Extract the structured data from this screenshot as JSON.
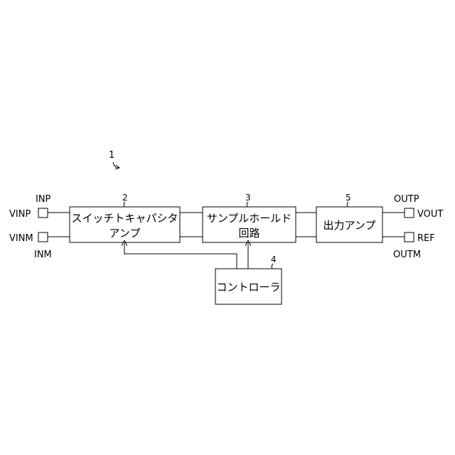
{
  "figure_ref": "1",
  "blocks": {
    "switched_cap_amp": {
      "ref": "2",
      "line1": "スイッチトキャパシタ",
      "line2": "アンプ"
    },
    "sample_hold": {
      "ref": "3",
      "line1": "サンプルホールド",
      "line2": "回路"
    },
    "output_amp": {
      "ref": "5",
      "label": "出力アンプ"
    },
    "controller": {
      "ref": "4",
      "label": "コントローラ"
    }
  },
  "terminals": {
    "inp": {
      "name": "INP",
      "signal": "VINP"
    },
    "inm": {
      "name": "INM",
      "signal": "VINM"
    },
    "outp": {
      "name": "OUTP",
      "signal": "VOUT"
    },
    "outm": {
      "name": "OUTM",
      "signal": "REF"
    }
  }
}
